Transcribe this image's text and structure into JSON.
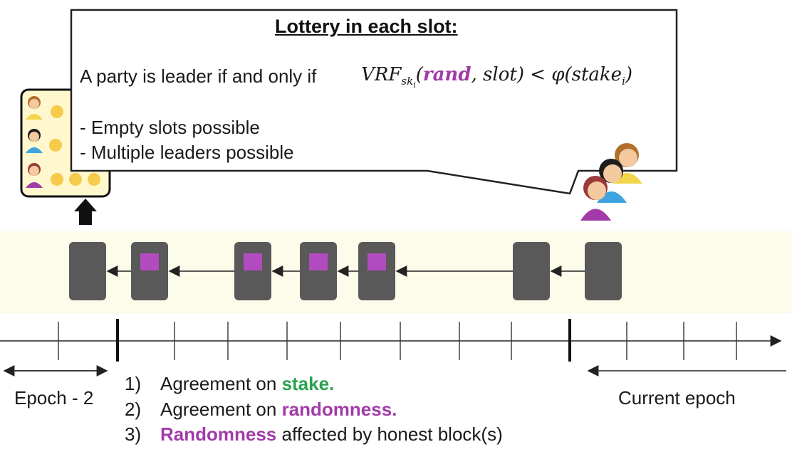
{
  "callout": {
    "title": "Lottery in each slot:",
    "leader_rule": "A party is leader if and only if",
    "formula": {
      "vrf": "VRF",
      "sk": "sk",
      "sk_index": "i",
      "open": "(",
      "rand": "rand",
      "slot": ", slot) < φ(stake",
      "stake_index": "i",
      "close": ")"
    },
    "bullet1": "- Empty slots possible",
    "bullet2": "- Multiple leaders possible"
  },
  "timeline": {
    "left_label": "Epoch - 2",
    "right_label": "Current epoch"
  },
  "agreements": [
    {
      "num": "1)",
      "text": "Agreement on ",
      "highlight": "stake.",
      "rest": ""
    },
    {
      "num": "2)",
      "text": "Agreement on ",
      "highlight": "randomness.",
      "rest": ""
    },
    {
      "num": "3)",
      "text": "",
      "highlight": "Randomness",
      "rest": " affected by honest block(s)"
    }
  ],
  "colors": {
    "block": "#595959",
    "randomness_marker": "#b24bc0",
    "stake_green": "#2aa150",
    "randomness_purple": "#a23ba8",
    "highlight_band": "#fdfbea",
    "stake_panel": "#fff8cf",
    "coin": "#f6cb4c"
  }
}
